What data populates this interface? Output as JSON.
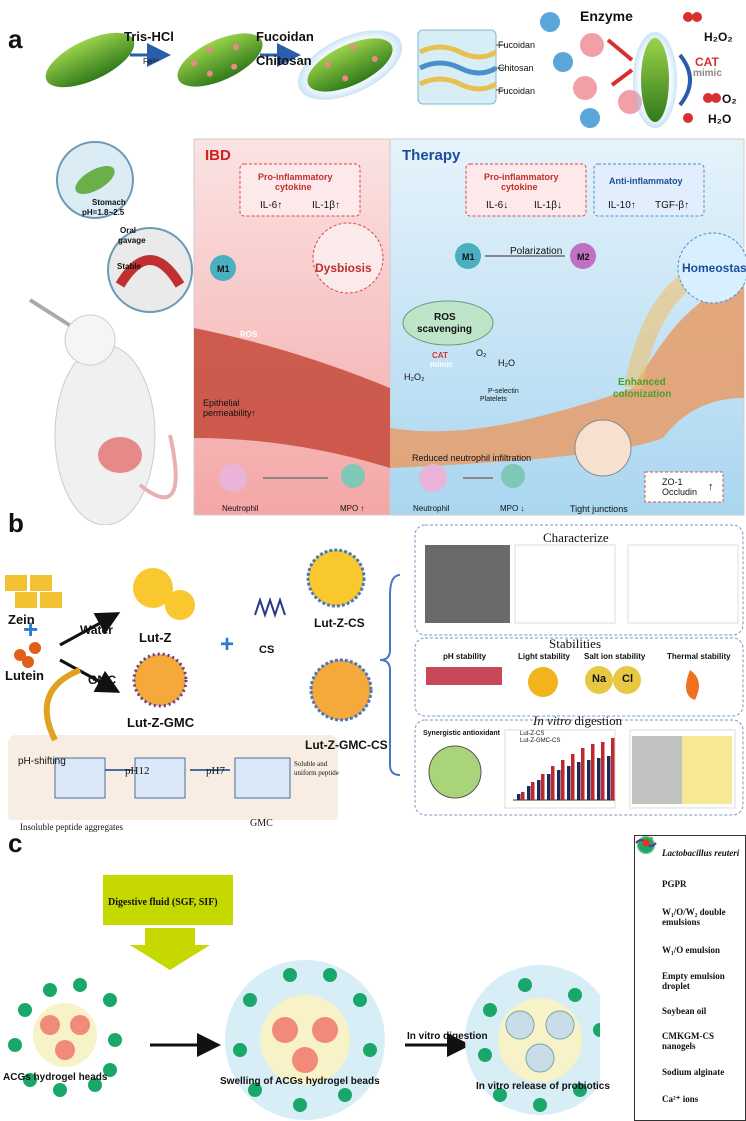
{
  "panel_a": {
    "letter": "a",
    "step1": "Tris-HCl",
    "step1_sub": "Fe³⁺",
    "step2a": "Fucoidan",
    "step2b": "Chitosan",
    "layers": [
      "Fucoidan",
      "Chitosan",
      "Fucoidan"
    ],
    "enzyme": "Enzyme",
    "h2o2": "H₂O₂",
    "cat_mimic_a": "CAT",
    "cat_mimic_b": "mimic",
    "o2": "O₂",
    "h2o": "H₂O",
    "stomach": "Stomach",
    "stomach_ph": "pH=1.8~2.5",
    "oral_a": "Oral",
    "oral_b": "gavage",
    "stable": "Stable",
    "ibd": "IBD",
    "therapy": "Therapy",
    "pro_inflam_left_a": "Pro-inflammatory",
    "pro_inflam_left_b": "cytokine",
    "il6_up": "IL-6↑",
    "il1b_up": "IL-1β↑",
    "pro_inflam_right_a": "Pro-inflammatory",
    "pro_inflam_right_b": "cytokine",
    "il6_down": "IL-6↓",
    "il1b_down": "IL-1β↓",
    "anti_inflam": "Anti-inflammatoy",
    "il10_up": "IL-10↑",
    "tgfb_up": "TGF-β↑",
    "m1_left": "M1",
    "dysbiosis": "Dysbiosis",
    "m1_right": "M1",
    "polarization": "Polarization",
    "m2": "M2",
    "homeostasis": "Homeostasis",
    "ros_scav_a": "ROS",
    "ros_scav_b": "scavenging",
    "ros": "ROS",
    "cat_a": "CAT",
    "cat_b": "mimic",
    "h2o2_b": "H₂O₂",
    "o2_b": "O₂",
    "h2o_b": "H₂O",
    "p_selectin": "P-selectin",
    "platelets": "Platelets",
    "enhanced_a": "Enhanced",
    "enhanced_b": "colonization",
    "epithelial_a": "Epithelial",
    "epithelial_b": "permeability↑",
    "reduced_neutro": "Reduced neutrophil infiltration",
    "neutrophil_left": "Neutrophil",
    "mpo_up": "MPO ↑",
    "neutrophil_right": "Neutrophil",
    "mpo_down": "MPO ↓",
    "tight_junctions": "Tight junctions",
    "zo1": "ZO-1",
    "occludin": "Occludin",
    "up_arrow": "↑"
  },
  "panel_b": {
    "letter": "b",
    "zein": "Zein",
    "lutein": "Lutein",
    "water": "Water",
    "gmc": "GMC",
    "lut_z": "Lut-Z",
    "lut_z_gmc": "Lut-Z-GMC",
    "cs": "CS",
    "lut_z_cs": "Lut-Z-CS",
    "lut_z_gmc_cs": "Lut-Z-GMC-CS",
    "ph_shifting": "pH-shifting",
    "ph12": "pH12",
    "ph7": "pH7",
    "soluble_a": "Soluble and",
    "soluble_b": "uniform peptide",
    "insoluble": "Insoluble peptide aggregates",
    "gmc_bottom": "GMC",
    "characterize": "Characterize",
    "stabilities": "Stabilities",
    "ph_stability": "pH stability",
    "light_stability": "Light stability",
    "salt_stability": "Salt ion stability",
    "thermal_stability": "Thermal stability",
    "na": "Na",
    "cl": "Cl",
    "in_vitro": "In vitro",
    "digestion": "digestion",
    "synergistic": "Synergistic antioxidant",
    "legend_1": "Lut-Z-CS",
    "legend_2": "Lut-Z-GMC-CS",
    "bar_colors": [
      "#1a2a5a",
      "#c1272d"
    ]
  },
  "panel_c": {
    "letter": "c",
    "digestive": "Digestive fluid (SGF, SIF)",
    "in_vitro_digestion": "In vitro digestion",
    "caption1": "ACGs hydrogel heads",
    "caption2": "Swelling of ACGs hydrogel beads",
    "caption3": "In vitro release of probiotics",
    "legend": [
      {
        "text": "Lactobacillus reuteri",
        "icon": "red-rod-icon"
      },
      {
        "text": "PGPR",
        "icon": "pgpr-icon"
      },
      {
        "text": "W₁/O/W₂ double emulsions",
        "icon": "double-emulsion-icon"
      },
      {
        "text": "W₁/O emulsion",
        "icon": "w1o-emulsion-icon"
      },
      {
        "text": "Empty emulsion droplet",
        "icon": "empty-droplet-icon"
      },
      {
        "text": "Soybean oil",
        "icon": "oil-icon"
      },
      {
        "text": "CMKGM-CS nanogels",
        "icon": "nanogel-icon"
      },
      {
        "text": "Sodium alginate",
        "icon": "alginate-icon"
      },
      {
        "text": "Ca²⁺ ions",
        "icon": "ca-icon"
      }
    ]
  }
}
